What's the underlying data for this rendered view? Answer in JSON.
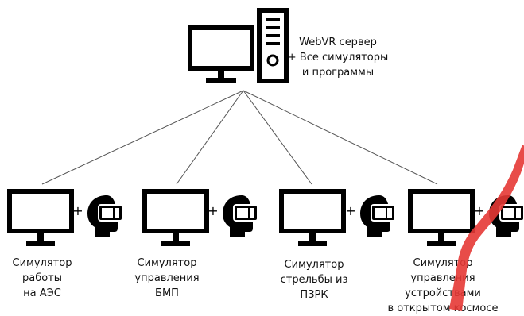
{
  "server": {
    "label_lines": [
      "WebVR сервер",
      "+ Все симуляторы",
      "и программы"
    ]
  },
  "simulators": [
    {
      "label_lines": [
        "Симулятор",
        "работы",
        "на АЭС"
      ]
    },
    {
      "label_lines": [
        "Симулятор",
        "управления",
        "БМП"
      ]
    },
    {
      "label_lines": [
        "Симулятор",
        "стрельбы из",
        "ПЗРК"
      ]
    },
    {
      "label_lines": [
        "Симулятор",
        "управления",
        "устройствами",
        "в открытом космосе"
      ]
    }
  ],
  "plus_sign": "+",
  "colors": {
    "line": "#333333",
    "icon": "#000000",
    "watermark": "#e53935"
  }
}
